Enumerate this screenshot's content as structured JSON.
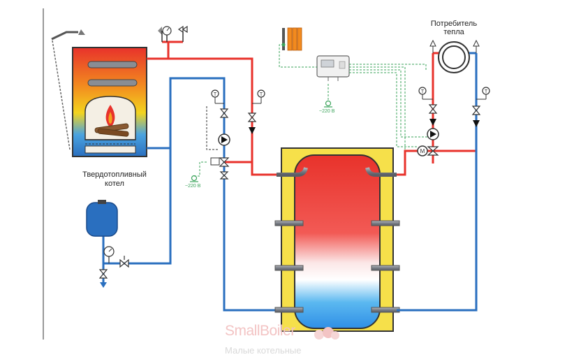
{
  "labels": {
    "boiler_line1": "Твердотопливный",
    "boiler_line2": "котел",
    "consumer_line1": "Потребитель",
    "consumer_line2": "тепла",
    "voltage_controller": "~220 В",
    "voltage_left": "~220 В"
  },
  "watermark": {
    "brand": "SmallBoiler",
    "tagline": "Малые котельные"
  },
  "colors": {
    "supply_pipe": "#e8322b",
    "return_pipe": "#2a6fbf",
    "control_line": "#3aa35a",
    "tank_casing": "#f6e04a"
  }
}
